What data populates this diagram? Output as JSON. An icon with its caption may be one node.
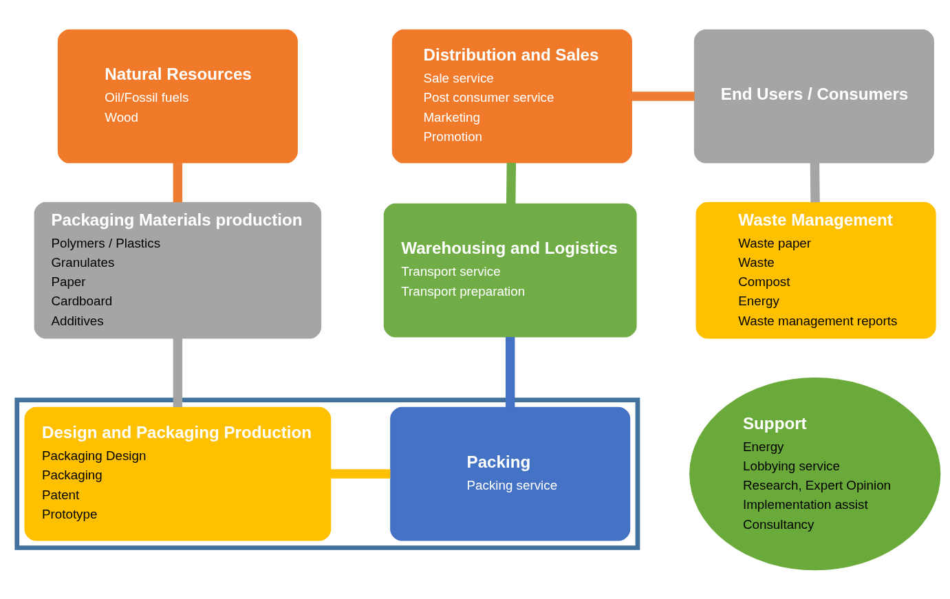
{
  "diagram": {
    "nodes": [
      {
        "text": [
          "Natural Resources",
          "Oil/Fossil fuels",
          "Wood"
        ]
      },
      {
        "text": [
          "Distribution and Sales",
          "Sale service",
          "Post consumer service",
          "Marketing",
          "Promotion"
        ]
      },
      {
        "text": [
          "End Users / Consumers"
        ]
      },
      {
        "text": [
          "Packaging Materials production",
          "Polymers / Plastics",
          "Granulates",
          "Paper",
          "Cardboard",
          "Additives"
        ]
      },
      {
        "text": [
          "Warehousing and Logistics",
          "Transport service",
          "Transport preparation"
        ]
      },
      {
        "text": [
          "Waste Management",
          "Waste paper",
          "Waste",
          "Compost",
          "Energy",
          "Waste management reports"
        ]
      },
      {
        "text": [],
        "shape": "box"
      },
      {
        "text": [
          "Design and Packaging Production",
          "Packaging Design",
          "Packaging",
          "Patent",
          "Prototype"
        ],
        "in": 6
      },
      {
        "text": [
          "Packing",
          "Packing service"
        ],
        "in": 6
      },
      {
        "text": [
          "Support",
          "Energy",
          "Lobbying service",
          "Research, Expert Opinion",
          "Implementation assist",
          "Consultancy"
        ]
      }
    ],
    "edges": [
      {
        "from": 0,
        "to": 3,
        "arrow": "none",
        "color": "#ed7d31"
      },
      {
        "from": 1,
        "to": 2,
        "arrow": "none",
        "color": "#ed7d31"
      },
      {
        "from": 1,
        "to": 4,
        "arrow": "none",
        "color": "#70ad47"
      },
      {
        "from": 2,
        "to": 5,
        "arrow": "none",
        "color": "#a5a5a5"
      },
      {
        "from": 3,
        "to": 7,
        "arrow": "none",
        "color": "#a5a5a5"
      },
      {
        "from": 4,
        "to": 8,
        "arrow": "none",
        "color": "#4472c4"
      },
      {
        "from": 7,
        "to": 8,
        "arrow": "none",
        "color": "#ffc000"
      }
    ]
  }
}
